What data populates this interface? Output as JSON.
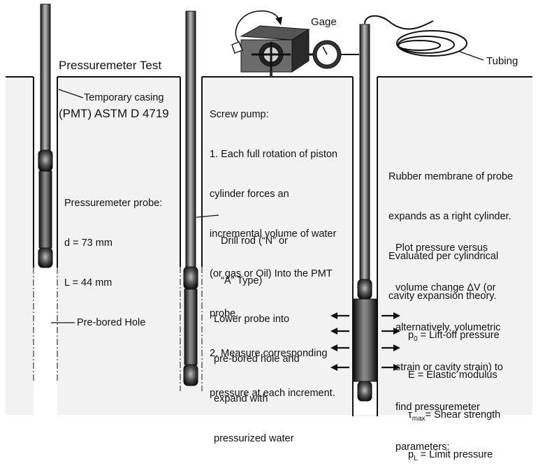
{
  "title": {
    "line1": "Pressuremeter Test",
    "line2": "(PMT) ASTM D 4719"
  },
  "labels": {
    "gage": "Gage",
    "tubing": "Tubing",
    "temporary_casing": "Temporary casing",
    "probe_title": "Pressuremeter probe:",
    "probe_d": "d = 73 mm",
    "probe_L": "L = 44 mm",
    "prebored_hole": "Pre-bored Hole",
    "drill_rod_1": "Drill rod (“N” or",
    "drill_rod_2": "“A” Type)"
  },
  "screw_pump": {
    "lines": [
      "Screw pump:",
      "1. Each full rotation of piston",
      "cylinder forces an",
      "incremental volume of water",
      "(or gas or Oil) Into the PMT",
      "probe.",
      "2. Measure corresponding",
      "pressure at each increment."
    ]
  },
  "membrane": {
    "lines": [
      "Rubber membrane of probe",
      "expands as a right cylinder.",
      "Evaluated per cylindrical",
      "cavity expansion theory."
    ]
  },
  "plot_text": {
    "lines": [
      "Plot pressure versus",
      "volume change ΔV (or",
      "alternatively, volumetric",
      "strain or cavity strain) to",
      "find pressuremeter",
      "parameters:"
    ]
  },
  "lower_probe": {
    "lines": [
      "Lower probe into",
      "pre-bored hole and",
      "expand with",
      "pressurized water"
    ]
  },
  "parameters": [
    {
      "sym": "p",
      "sub": "0",
      "text": " = Lift-off pressure"
    },
    {
      "sym": "E",
      "sub": "",
      "text": " = Elastic modulus"
    },
    {
      "sym": "τ",
      "sub": "max",
      "text": "= Shear strength"
    },
    {
      "sym": "p",
      "sub": "L",
      "text": " = Limit pressure"
    }
  ],
  "colors": {
    "ground": "#f2f2f2",
    "rod_dark": "#222222",
    "rod_light": "#9a9a9a"
  }
}
